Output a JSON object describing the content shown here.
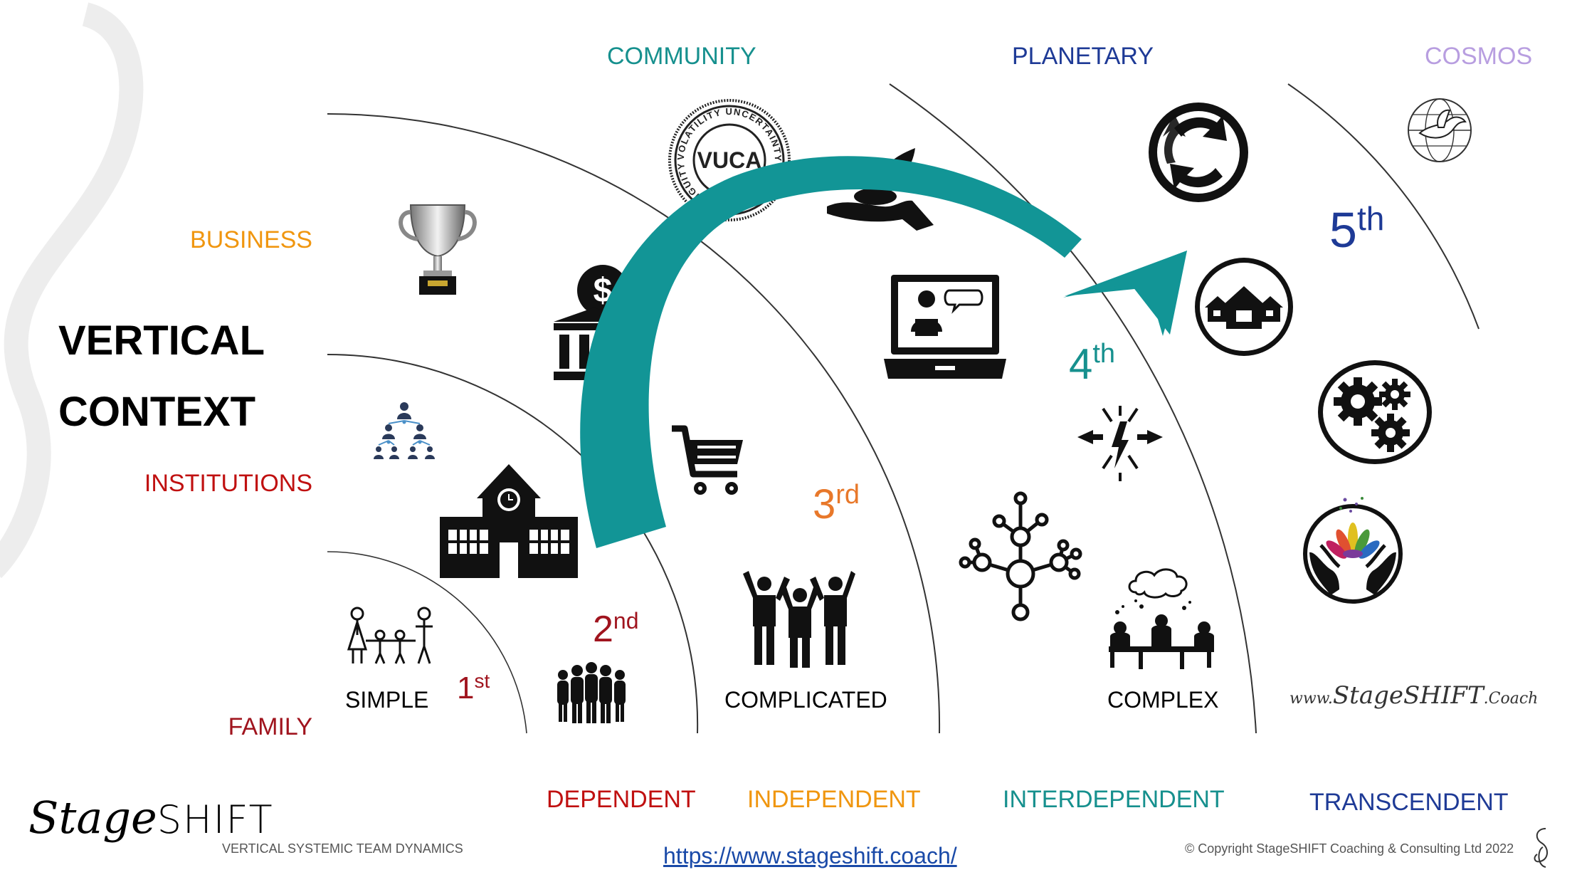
{
  "title": {
    "line1": "VERTICAL",
    "line2": "CONTEXT"
  },
  "top_labels": {
    "community": "COMMUNITY",
    "planetary": "PLANETARY",
    "cosmos": "COSMOS"
  },
  "context_labels": {
    "business": "BUSINESS",
    "institutions": "INSTITUTIONS",
    "family": "FAMILY"
  },
  "stage_labels": {
    "simple": "SIMPLE",
    "complicated": "COMPLICATED",
    "complex": "COMPLEX"
  },
  "ordinals": [
    {
      "num": "1",
      "suffix": "st"
    },
    {
      "num": "2",
      "suffix": "nd"
    },
    {
      "num": "3",
      "suffix": "rd"
    },
    {
      "num": "4",
      "suffix": "th"
    },
    {
      "num": "5",
      "suffix": "th"
    }
  ],
  "bottom_labels": {
    "dependent": "DEPENDENT",
    "independent": "INDEPENDENT",
    "interdependent": "INTERDEPENDENT",
    "transcendent": "TRANSCENDENT"
  },
  "footer": {
    "subtitle": "VERTICAL SYSTEMIC TEAM DYNAMICS",
    "url": "https://www.stageshift.coach/",
    "copyright": "© Copyright StageSHIFT Coaching & Consulting Ltd 2022",
    "logo_part1": "Stage",
    "logo_part2": "SHIFT"
  },
  "vuca_badge": {
    "center": "VUCA",
    "ring": "VOLATILITY UNCERTAINTY COMPLEXITY AMBIGUITY"
  },
  "watermark": {
    "prefix": "www.",
    "name": "StageSHIFT",
    "suffix": ".Coach"
  },
  "colors": {
    "business": "#f0960f",
    "institutions": "#c01010",
    "family": "#a0141e",
    "community": "#16908e",
    "planetary": "#1e3a96",
    "cosmos": "#b89ee0",
    "dependent": "#c01010",
    "independent": "#f0960f",
    "interdependent": "#16908e",
    "transcendent": "#1e3a96",
    "ordinal1": "#a0141e",
    "ordinal2": "#a0141e",
    "ordinal3": "#e8782a",
    "ordinal4": "#16908e",
    "ordinal5": "#1e3a96",
    "arrow": "#129596"
  },
  "icons": [
    "trophy-icon",
    "bank-icon",
    "vuca-badge-icon",
    "plant-in-hand-icon",
    "recycle-icon",
    "dove-globe-icon",
    "houses-icon",
    "video-call-laptop-icon",
    "org-chart-icon",
    "school-icon",
    "shopping-cart-icon",
    "collision-icon",
    "gears-icon",
    "family-icon",
    "crowd-icon",
    "celebrating-people-icon",
    "network-icon",
    "meeting-table-icon",
    "hands-flower-icon"
  ]
}
